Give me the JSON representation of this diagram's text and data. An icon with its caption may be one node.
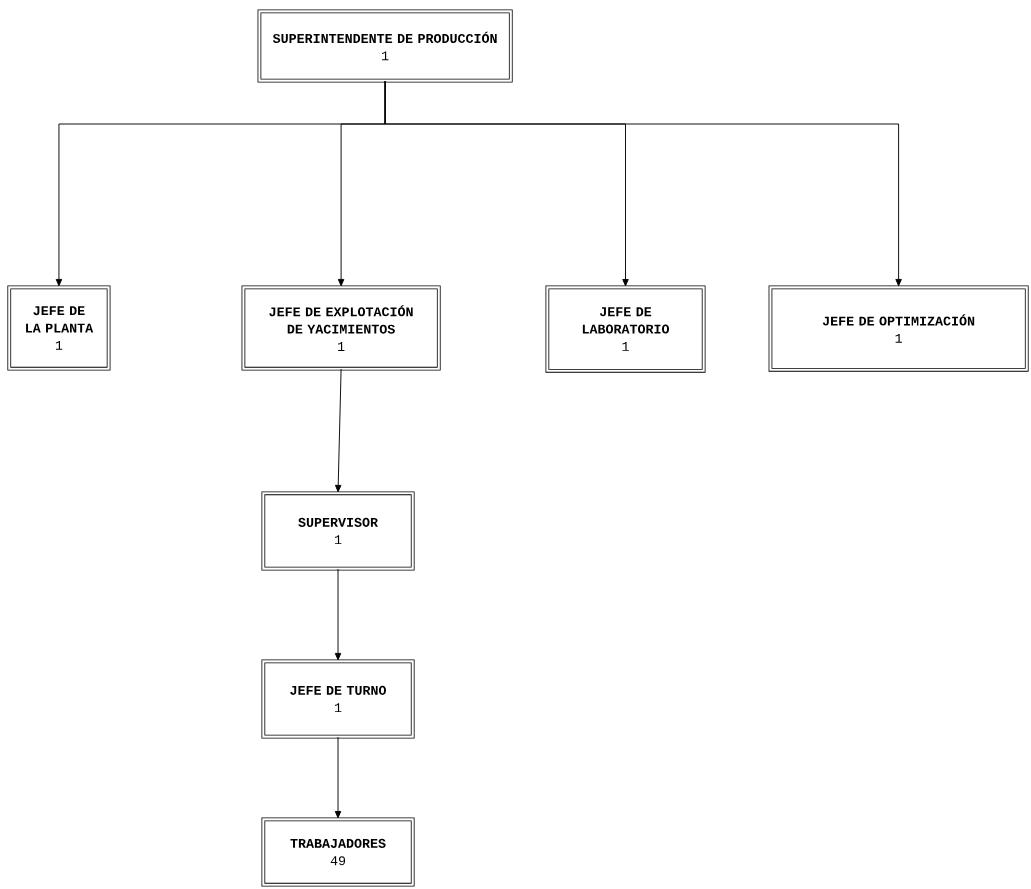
{
  "diagram": {
    "nodes": [
      {
        "text": [
          "SUPERINTENDENTE DE PRODUCCIÓN",
          "1"
        ]
      },
      {
        "text": [
          "JEFE DE LA PLANTA",
          "1"
        ]
      },
      {
        "text": [
          "JEFE DE EXPLOTACIÓN DE YACIMIENTOS",
          "1"
        ]
      },
      {
        "text": [
          "JEFE DE LABORATORIO",
          "1"
        ]
      },
      {
        "text": [
          "JEFE DE OPTIMIZACIÓN",
          "1"
        ]
      },
      {
        "text": [
          "SUPERVISOR",
          "1"
        ]
      },
      {
        "text": [
          "JEFE DE TURNO",
          "1"
        ]
      },
      {
        "text": [
          "TRABAJADORES",
          "49"
        ]
      }
    ],
    "edges": [
      {
        "from": 0,
        "to": 1,
        "arrow": "to"
      },
      {
        "from": 0,
        "to": 2,
        "arrow": "to"
      },
      {
        "from": 0,
        "to": 3,
        "arrow": "to"
      },
      {
        "from": 0,
        "to": 4,
        "arrow": "to"
      },
      {
        "from": 2,
        "to": 5,
        "arrow": "to"
      },
      {
        "from": 5,
        "to": 6,
        "arrow": "to"
      },
      {
        "from": 6,
        "to": 7,
        "arrow": "to"
      }
    ]
  }
}
